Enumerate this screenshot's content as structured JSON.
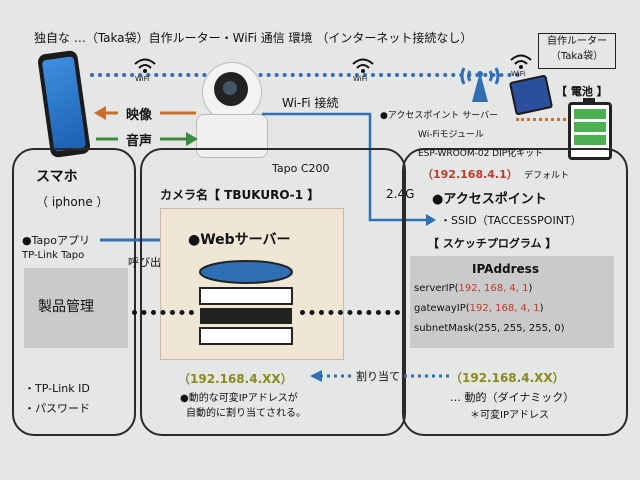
{
  "header": {
    "title": "独自な …（Taka袋）自作ルーター・WiFi 通信 環境 （インターネット接続なし）"
  },
  "wifi_label": "WiFi",
  "router_box": {
    "line1": "自作ルーター",
    "line2": "（Taka袋）"
  },
  "battery_label": "【 電池 】",
  "arrows": {
    "video": "映像",
    "audio": "音声",
    "wifi_connect": "Wi-Fi 接続",
    "call": "呼び出し",
    "assign": "割り当て",
    "band": "2.4G"
  },
  "phone_panel": {
    "title": "スマホ",
    "subtitle": "（ iphone ）",
    "app_line": "●Tapoアプリ",
    "app_brand": "TP-Link Tapo",
    "product_box": "製品管理",
    "id_line": "・TP-Link ID",
    "pw_line": "・パスワード"
  },
  "camera_panel": {
    "model": "Tapo C200",
    "name_line": "カメラ名【 TBUKURO-1 】",
    "server": "●Webサーバー",
    "ip": "（192.168.4.XX）",
    "note1": "●動的な可変IPアドレスが",
    "note2": "自動的に割り当てされる。"
  },
  "router_panel": {
    "ap_line": "●アクセスポイント サーバー",
    "module_line": "Wi-Fiモジュール",
    "esp_line": "ESP-WROOM-02 DIP化キット",
    "default_ip": "（192.168.4.1）",
    "default_label": "デフォルト",
    "ap_title": "●アクセスポイント",
    "ssid": "・SSID（TACCESSPOINT）",
    "sketch": "【 スケッチプログラム 】",
    "ipaddress_title": "IPAddress",
    "server_ip_label": "serverIP(",
    "server_ip_value": "192, 168, 4, 1",
    "gateway_ip_label": "gatewayIP(",
    "gateway_ip_value": "192, 168, 4, 1",
    "subnet": "subnetMask(255, 255, 255, 0)",
    "dyn_ip": "（192.168.4.XX）",
    "dyn_label": "… 動的（ダイナミック）",
    "var_ip": "＊可変IPアドレス"
  },
  "colors": {
    "accent_blue": "#2f6fb4",
    "orange": "#c8702a",
    "green": "#3c8a3c",
    "ip_red": "#c0392b",
    "ip_olive": "#8a8a1a"
  }
}
